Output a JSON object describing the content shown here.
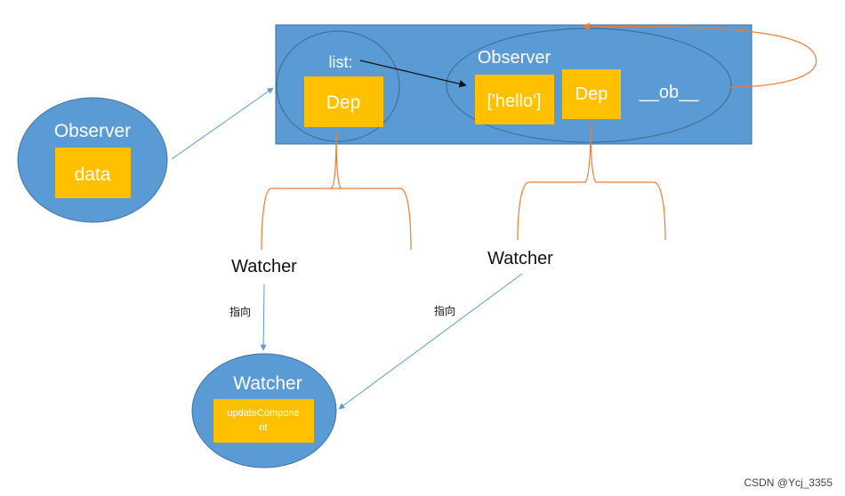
{
  "colors": {
    "blue": "#5b9bd5",
    "blue_stroke": "#41719c",
    "gold": "#ffc000",
    "orange": "#ed7d31",
    "arrow_blue": "#5b9bd5",
    "text_dark": "#111111"
  },
  "observer_data": {
    "title": "Observer",
    "box": "data"
  },
  "main": {
    "list_label": "list:",
    "list_dep": "Dep",
    "inner_title": "Observer",
    "array_value": "['hello']",
    "inner_dep": "Dep",
    "ob_label": "__ob__"
  },
  "watchers": {
    "left": "Watcher",
    "right": "Watcher"
  },
  "pointers": {
    "left": "指向",
    "right": "指向"
  },
  "watcher_node": {
    "title": "Watcher",
    "fn_line1": "updateCompone",
    "fn_line2": "nt"
  },
  "watermark": "CSDN @Ycj_3355"
}
